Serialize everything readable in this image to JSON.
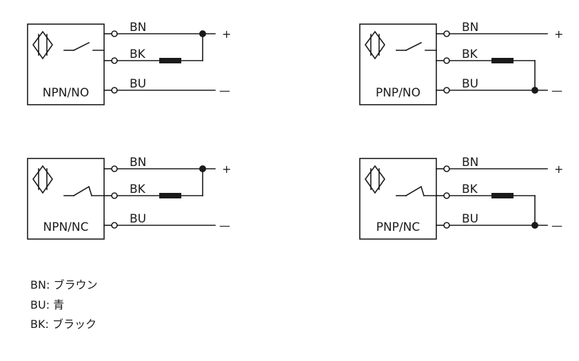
{
  "diagrams": [
    {
      "type_label": "NPN/NO",
      "wires": {
        "brown": "BN",
        "black": "BK",
        "blue": "BU"
      },
      "plus": "+",
      "minus": "—"
    },
    {
      "type_label": "PNP/NO",
      "wires": {
        "brown": "BN",
        "black": "BK",
        "blue": "BU"
      },
      "plus": "+",
      "minus": "—"
    },
    {
      "type_label": "NPN/NC",
      "wires": {
        "brown": "BN",
        "black": "BK",
        "blue": "BU"
      },
      "plus": "+",
      "minus": "—"
    },
    {
      "type_label": "PNP/NC",
      "wires": {
        "brown": "BN",
        "black": "BK",
        "blue": "BU"
      },
      "plus": "+",
      "minus": "—"
    }
  ],
  "legend": [
    {
      "code": "BN:",
      "meaning": "ブラウン"
    },
    {
      "code": "BU:",
      "meaning": "青"
    },
    {
      "code": "BK:",
      "meaning": "ブラック"
    }
  ]
}
